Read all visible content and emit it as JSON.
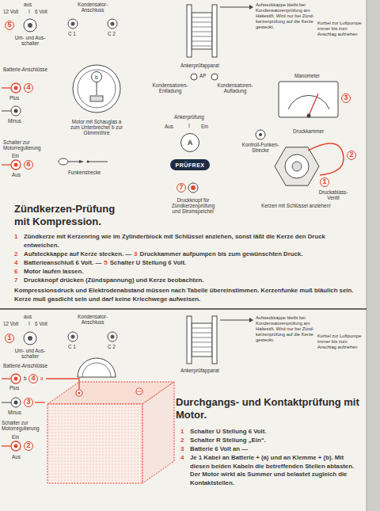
{
  "diagram": {
    "nodes": [
      {
        "text": [
          "b"
        ]
      },
      {
        "text": [
          "A"
        ]
      },
      {
        "text": [
          "PRÜFREX"
        ]
      }
    ],
    "labels": [
      "aus",
      "12 Volt",
      "I",
      "6 Volt",
      "5",
      "Um- und Aus- schalter",
      "Kondensator- Anschluss",
      "C 1",
      "C 2",
      "Aufsteckkappe bleibt bei Kondensatorenprüfung am Haltestift. Wird nur bei Zünd- kerzenprüfung auf die Kerze gesteckt.",
      "Kurbel zur Luftpumpe immer bis zum Anschlag aufziehen",
      "Ankerprüfapparat",
      "AP",
      "Kondensatoren- Entladung",
      "Kondensatoren- Aufladung",
      "Manometer",
      "3",
      "Batterie-Anschlüsse",
      "Plus",
      "4",
      "Minus",
      "Motor mit Schauglas a zum Unterbrecher b zur Glimmröhre",
      "Schalter zur Motorregulierung",
      "Ein",
      "6",
      "Aus",
      "Funkenstrecke",
      "Ankerprüfung",
      "Aus",
      "I",
      "Ein",
      "7",
      "Druckknopf für Zündkerzenprüfung und Stromspeicher",
      "Kontroll-Funken- Strecke",
      "Druckkammer",
      "2",
      "1",
      "Druckablass- Ventil",
      "Kerzen mit Schlüssel anziehen!",
      "Zündkerzen-Prüfung mit Kompression.",
      "1",
      "Zündkerze mit Kerzenring wie im Zylinderblock mit Schlüssel anziehen, sonst läßt die Kerze den Druck entweichen.",
      "2",
      "Aufsteckkappe auf Kerze stecken. —",
      "3",
      "Druckkammer aufpumpen bis zum gewünschten Druck.",
      "4",
      "Batterieanschluß 6 Volt. —",
      "5",
      "Schalter U Stellung 6 Volt.",
      "6",
      "Motor laufen lassen.",
      "7",
      "Druckknopf drücken (Zündspannung) und Kerze beobachten.",
      "Kompressionsdruck und Elektrodenabstand müssen nach Tabelle übereinstimmen. Kerzenfunke muß bläulich sein. Kerze muß gasdicht sein und darf keine Kriechwege aufweisen.",
      "aus",
      "12 Volt",
      "I",
      "6 Volt",
      "1",
      "Um- und Aus- schalter",
      "Kondensator- Anschluss",
      "C 1",
      "C 2",
      "Aufsteckkappe bleibt bei Kondensatorenprüfung am Haltestift. Wird nur bei Zünd- kerzenprüfung auf die Kerze gesteckt.",
      "Kurbel zur Luftpumpe immer bis zum Anschlag aufziehen",
      "Ankerprüfapparat",
      "Batterie-Anschlüsse",
      "b",
      "4",
      "a",
      "Plus",
      "Minus",
      "3",
      "Schalter zur Motorregulierung",
      "Ein",
      "2",
      "Aus",
      "Durchgangs- und Kontaktprüfung mit Motor.",
      "1",
      "Schalter U Stellung 6 Volt.",
      "2",
      "Schalter R Stellung „Ein“.",
      "3",
      "Batterie 6 Volt an —",
      "4",
      "Je 1 Kabel an Batterie + (a) und an Klemme + (b). Mit diesen beiden Kabeln die betreffenden Stellen abtasten. Der Motor wirkt als Summer und belastet zugleich die Kontaktstellen."
    ]
  }
}
